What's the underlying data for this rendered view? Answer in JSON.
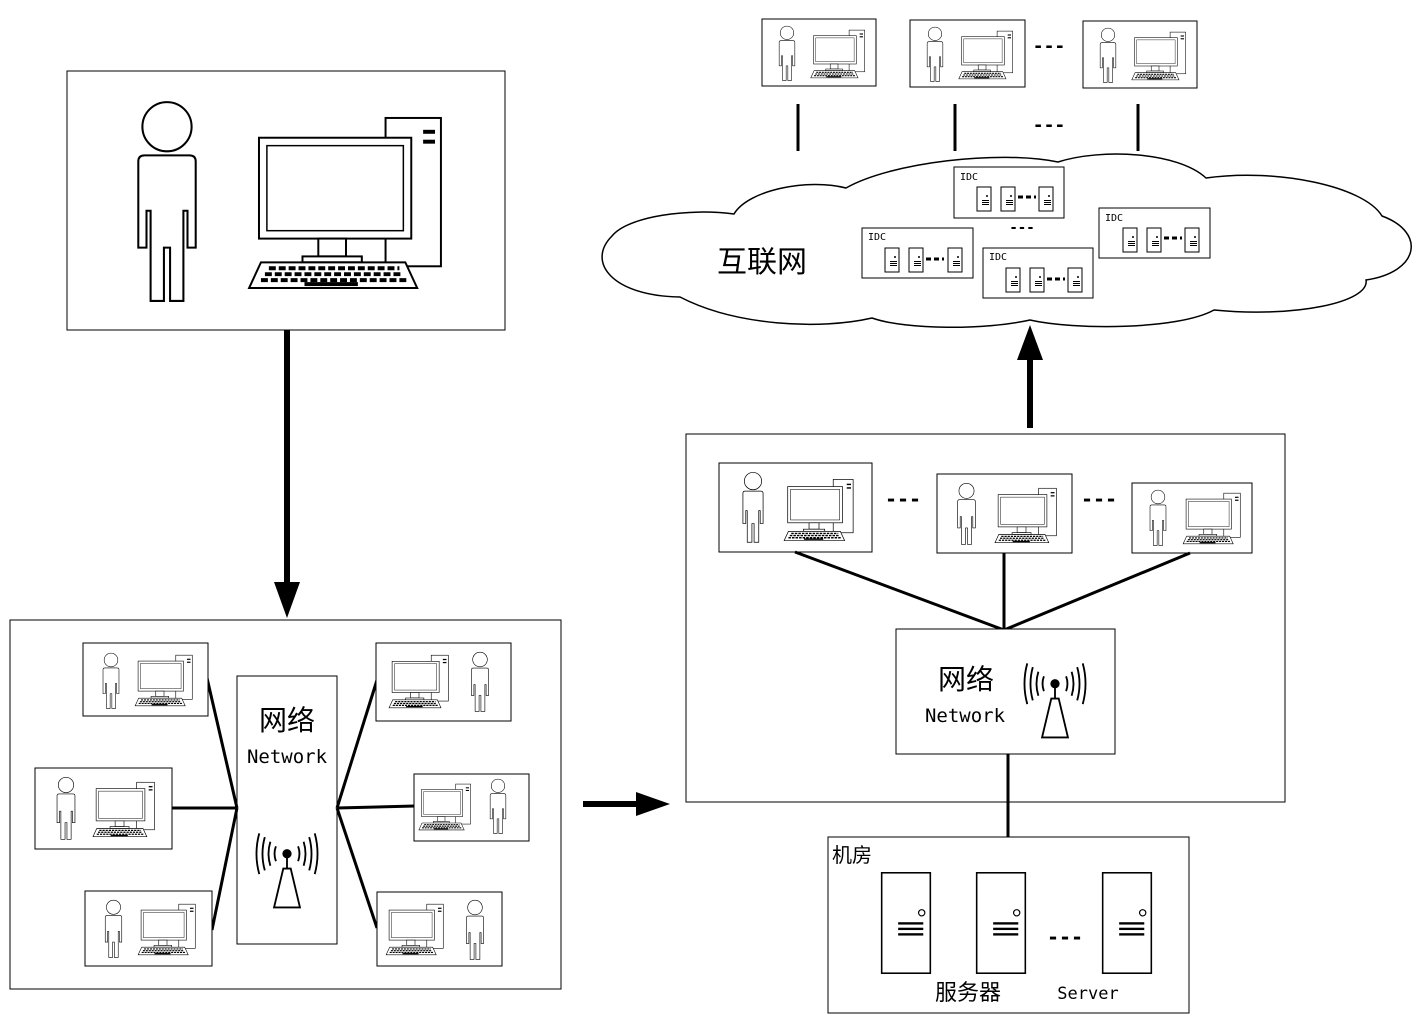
{
  "lan_panel": {
    "network_label_cn": "网络",
    "network_label_en": "Network"
  },
  "internet_cloud": {
    "label": "互联网"
  },
  "idc_clusters": [
    {
      "label": "IDC"
    },
    {
      "label": "IDC"
    },
    {
      "label": "IDC"
    },
    {
      "label": "IDC"
    }
  ],
  "campus_panel": {
    "network_label_cn": "网络",
    "network_label_en": "Network"
  },
  "server_room": {
    "label": "机房",
    "servers_cn": "服务器",
    "servers_en": "Server"
  },
  "ellipsis": "---"
}
